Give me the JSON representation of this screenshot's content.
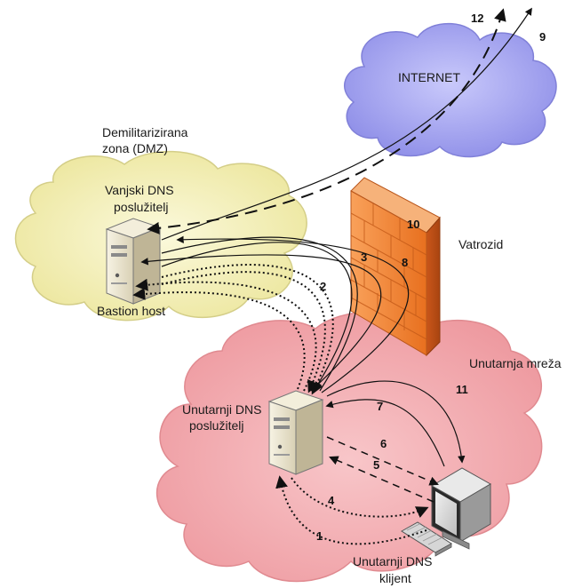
{
  "labels": {
    "internet": "INTERNET",
    "dmz_line1": "Demilitarizirana",
    "dmz_line2": "zona (DMZ)",
    "ext_dns_line1": "Vanjski DNS",
    "ext_dns_line2": "poslužitelj",
    "bastion": "Bastion host",
    "firewall": "Vatrozid",
    "internal_net": "Unutarnja mreža",
    "int_dns_line1": "Unutarnji DNS",
    "int_dns_line2": "poslužitelj",
    "client_line1": "Unutarnji DNS",
    "client_line2": "klijent"
  },
  "steps": [
    "1",
    "2",
    "3",
    "4",
    "5",
    "6",
    "7",
    "8",
    "9",
    "10",
    "11",
    "12"
  ],
  "colors": {
    "internet_cloud": "#a8a8f2",
    "dmz_cloud": "#f4f1bc",
    "internal_cloud": "#f4a9ad",
    "firewall_brick": "#f07c2c",
    "server_body": "#eae4cf",
    "monitor_body": "#dedede"
  }
}
